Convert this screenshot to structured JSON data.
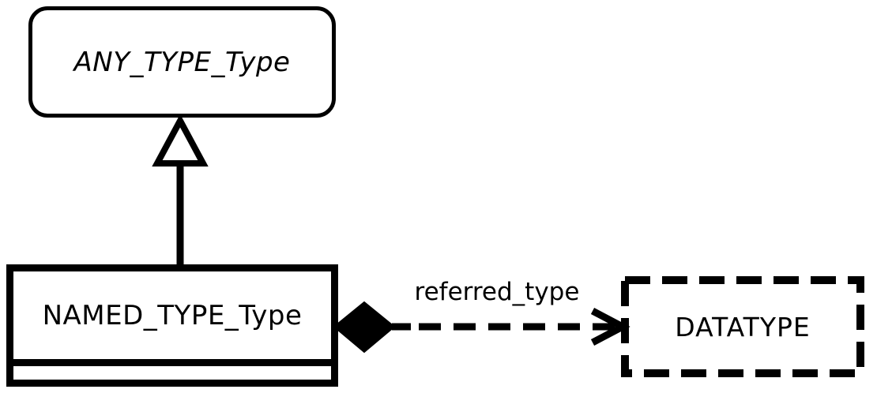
{
  "diagram": {
    "kind": "uml-class-diagram",
    "colors": {
      "stroke": "#000000",
      "background": "#ffffff"
    },
    "nodes": {
      "any_type": {
        "label": "ANY_TYPE_Type",
        "shape": "rounded-rectangle",
        "label_style": "italic"
      },
      "named_type": {
        "label": "NAMED_TYPE_Type",
        "shape": "rectangle-with-empty-compartment"
      },
      "datatype": {
        "label": "DATATYPE",
        "shape": "dashed-rectangle"
      }
    },
    "edges": {
      "generalization": {
        "type": "generalization",
        "from": "named_type",
        "to": "any_type",
        "line_style": "solid",
        "target_marker": "hollow-triangle"
      },
      "referred_type": {
        "type": "composition-association",
        "label": "referred_type",
        "from": "named_type",
        "to": "datatype",
        "line_style": "dashed",
        "source_marker": "filled-diamond",
        "target_marker": "open-arrow"
      }
    }
  }
}
